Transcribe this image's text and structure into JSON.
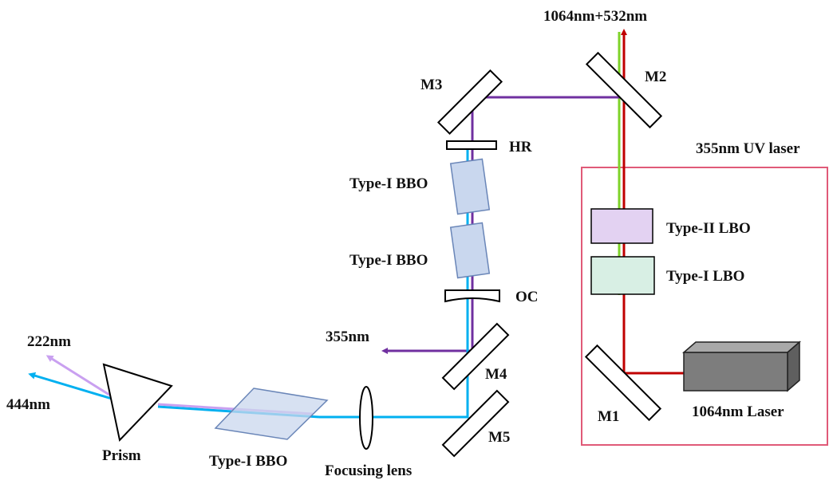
{
  "labels": {
    "output_top": "1064nm+532nm",
    "m1": "M1",
    "m2": "M2",
    "m3": "M3",
    "m4": "M4",
    "m5": "M5",
    "hr": "HR",
    "oc": "OC",
    "bbo_upper": "Type-I  BBO",
    "bbo_lower": "Type-I  BBO",
    "bbo_shg": "Type-I  BBO",
    "lbo_type2": "Type-II  LBO",
    "lbo_type1": "Type-I  LBO",
    "uv_box": "355nm UV laser",
    "laser": "1064nm Laser",
    "out_355": "355nm",
    "out_222": "222nm",
    "out_444": "444nm",
    "prism": "Prism",
    "focusing_lens": "Focusing lens"
  },
  "colors": {
    "beam_1064": "#c00000",
    "beam_532": "#7fd32a",
    "beam_355": "#7030a0",
    "beam_444": "#00b0f0",
    "beam_222": "#c9a0f0",
    "uv_box_border": "#e05a78",
    "lbo_type2_fill": "#e3d2f2",
    "lbo_type1_fill": "#d8efe4",
    "bbo_fill": "#c9d7ee",
    "bbo_stroke": "#6a86b8"
  }
}
